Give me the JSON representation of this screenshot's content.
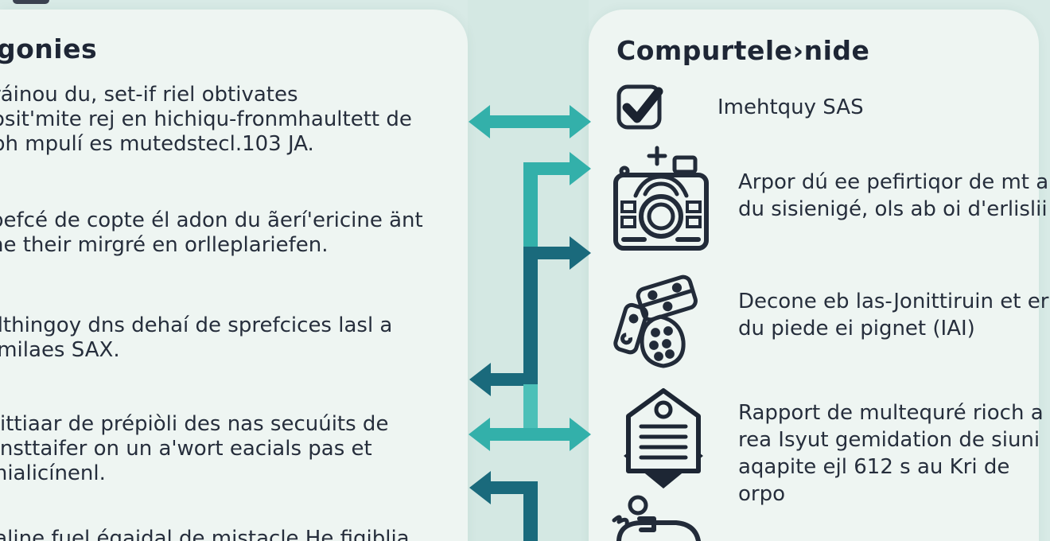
{
  "colors": {
    "background": "#d8eae6",
    "card": "#eef5f2",
    "center_strip": "#d4e8e3",
    "arrow_teal": "#33b0aa",
    "arrow_teal_light": "#4cc0b8",
    "arrow_teal_dark": "#1a6a7c",
    "ink": "#242c3a"
  },
  "left_panel": {
    "title": "gonies",
    "paragraphs": [
      "ráinou du, set-if riel obtivates\nosit'mite rej en hichiqu-fronmhaultett de\nph mpulí es mutedstecl.103 JA.",
      "befcé de copte él adon du ãerí'ericine änt\nne their mirgré en orlleplariefen.",
      "rlthingoy dns dehaí de sprefcices lasl a\nrmilaes SAX.",
      "eittiaar de prépiòli des nas secuúits de\nonsttaifer on un a'wort eacials pas et\nmialicínenl.",
      "ialine fuel égaidal de mistacle He figiblia"
    ]
  },
  "right_panel": {
    "title": "Compurtele›nide",
    "items": [
      {
        "icon": "checkbox-icon",
        "text": "Imehtquy SAS"
      },
      {
        "icon": "camera-icon",
        "text": "Arpor dú ee pefirtiqor de mt a\ndu sisienigé, ols ab oi d'erlislii"
      },
      {
        "icon": "dominoes-icon",
        "text": "Decone eb las-Jonittiruin et er\ndu piede ei pignet (IAI)"
      },
      {
        "icon": "badge-document-icon",
        "text": "Rapport de multequré rioch a\nrea Isyut gemidation de siuni\naqapite ejl 612 s au Kri de orpo"
      },
      {
        "icon": "person-icon",
        "text": ""
      }
    ]
  }
}
